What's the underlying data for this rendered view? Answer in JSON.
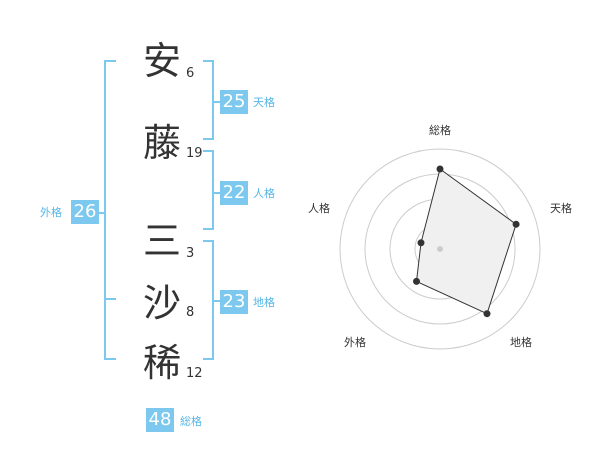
{
  "name": {
    "chars": [
      {
        "char": "安",
        "strokes": "6"
      },
      {
        "char": "藤",
        "strokes": "19"
      },
      {
        "char": "三",
        "strokes": "3"
      },
      {
        "char": "沙",
        "strokes": "8"
      },
      {
        "char": "稀",
        "strokes": "12"
      }
    ]
  },
  "ranks": {
    "tenkaku": {
      "value": "25",
      "label": "天格"
    },
    "jinkaku": {
      "value": "22",
      "label": "人格"
    },
    "chikaku": {
      "value": "23",
      "label": "地格"
    },
    "gaikaku": {
      "value": "26",
      "label": "外格"
    },
    "soukaku": {
      "value": "48",
      "label": "総格"
    }
  },
  "colors": {
    "accent": "#7cc8ef",
    "accent_text": "#55b6e6"
  },
  "chart_data": {
    "type": "radar",
    "axes": [
      "総格",
      "天格",
      "地格",
      "外格",
      "人格"
    ],
    "values": [
      0.8,
      0.8,
      0.8,
      0.4,
      0.2
    ],
    "rings": 4
  }
}
